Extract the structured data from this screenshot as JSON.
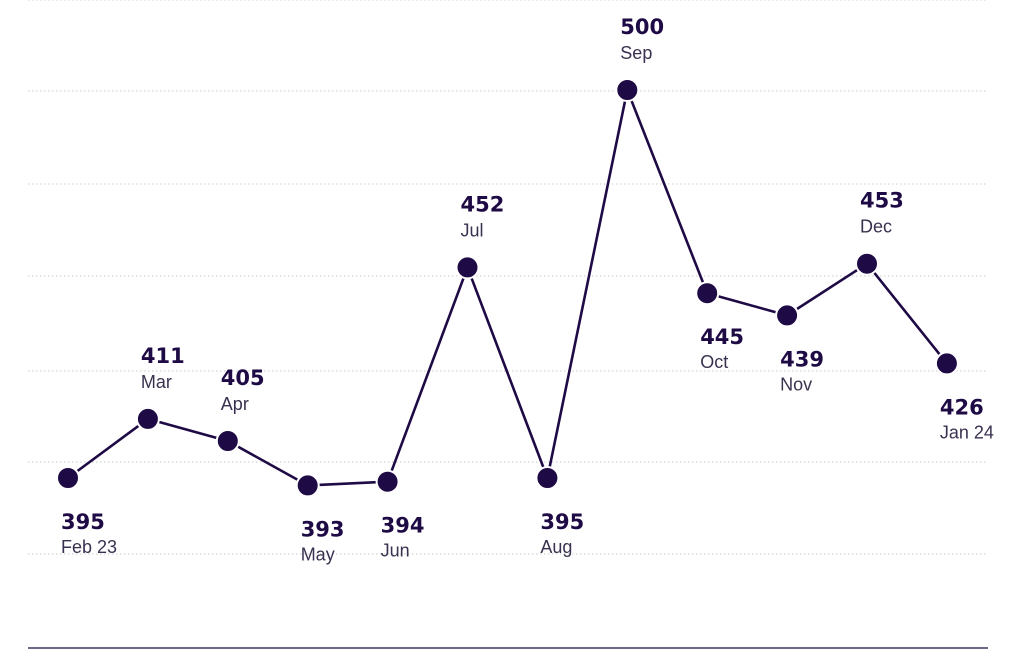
{
  "chart_data": {
    "type": "line",
    "categories": [
      "Feb 23",
      "Mar",
      "Apr",
      "May",
      "Jun",
      "Jul",
      "Aug",
      "Sep",
      "Oct",
      "Nov",
      "Dec",
      "Jan 24"
    ],
    "values": [
      395,
      411,
      405,
      393,
      394,
      452,
      395,
      500,
      445,
      439,
      453,
      426
    ],
    "label_placement": [
      "below",
      "above",
      "above",
      "below",
      "below",
      "above",
      "below",
      "above",
      "below",
      "below",
      "above",
      "below"
    ],
    "ylim": [
      370,
      515
    ],
    "grid": true,
    "colors": {
      "line": "#1e0a45",
      "grid": "#c9c9c9",
      "text": "#3a3150"
    }
  }
}
